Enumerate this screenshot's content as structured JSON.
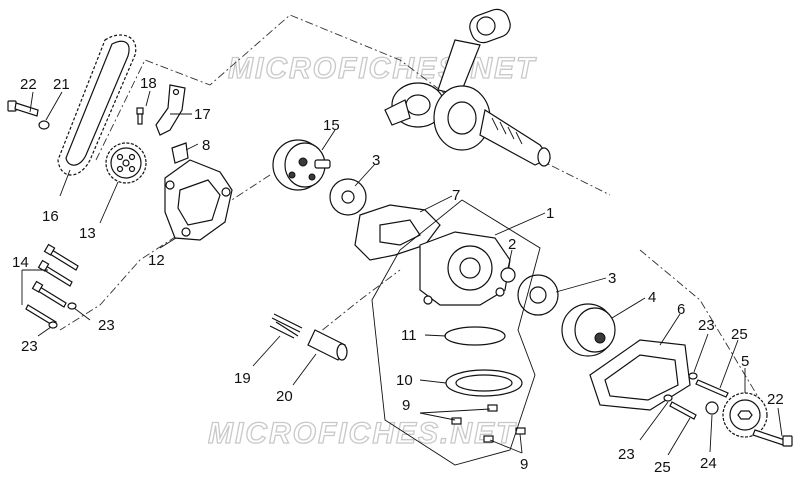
{
  "watermark": "MICROFICHES.NET",
  "callouts": {
    "c1": "1",
    "c2": "2",
    "c3a": "3",
    "c3b": "3",
    "c4": "4",
    "c5": "5",
    "c6": "6",
    "c7": "7",
    "c8": "8",
    "c9a": "9",
    "c9b": "9",
    "c10": "10",
    "c11": "11",
    "c12": "12",
    "c13": "13",
    "c14": "14",
    "c15": "15",
    "c16": "16",
    "c17": "17",
    "c18": "18",
    "c19": "19",
    "c20": "20",
    "c21": "21",
    "c22a": "22",
    "c22b": "22",
    "c23a": "23",
    "c23b": "23",
    "c23c": "23",
    "c23d": "23",
    "c24": "24",
    "c25a": "25",
    "c25b": "25"
  }
}
